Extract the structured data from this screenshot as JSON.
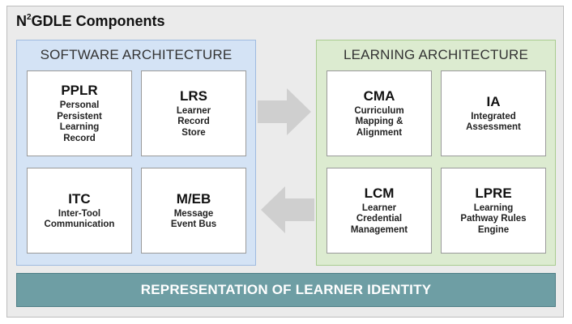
{
  "title": {
    "main": "N",
    "sup": "2",
    "rest": "GDLE Components"
  },
  "software": {
    "header": "SOFTWARE ARCHITECTURE",
    "cards": [
      {
        "abbr": "PPLR",
        "desc": "Personal Persistent Learning Record"
      },
      {
        "abbr": "LRS",
        "desc": "Learner Record Store"
      },
      {
        "abbr": "ITC",
        "desc": "Inter-Tool Communication"
      },
      {
        "abbr": "M/EB",
        "desc": "Message Event Bus"
      }
    ]
  },
  "learning": {
    "header": "LEARNING ARCHITECTURE",
    "cards": [
      {
        "abbr": "CMA",
        "desc": "Curriculum Mapping & Alignment"
      },
      {
        "abbr": "IA",
        "desc": "Integrated Assessment"
      },
      {
        "abbr": "LCM",
        "desc": "Learner Credential Management"
      },
      {
        "abbr": "LPRE",
        "desc": "Learning Pathway Rules Engine"
      }
    ]
  },
  "identity_bar": "REPRESENTATION OF LEARNER IDENTITY",
  "colors": {
    "software_panel": "#d4e3f5",
    "learning_panel": "#dcebd0",
    "identity_bar": "#6e9ea4",
    "arrow": "#cfcfcf"
  }
}
